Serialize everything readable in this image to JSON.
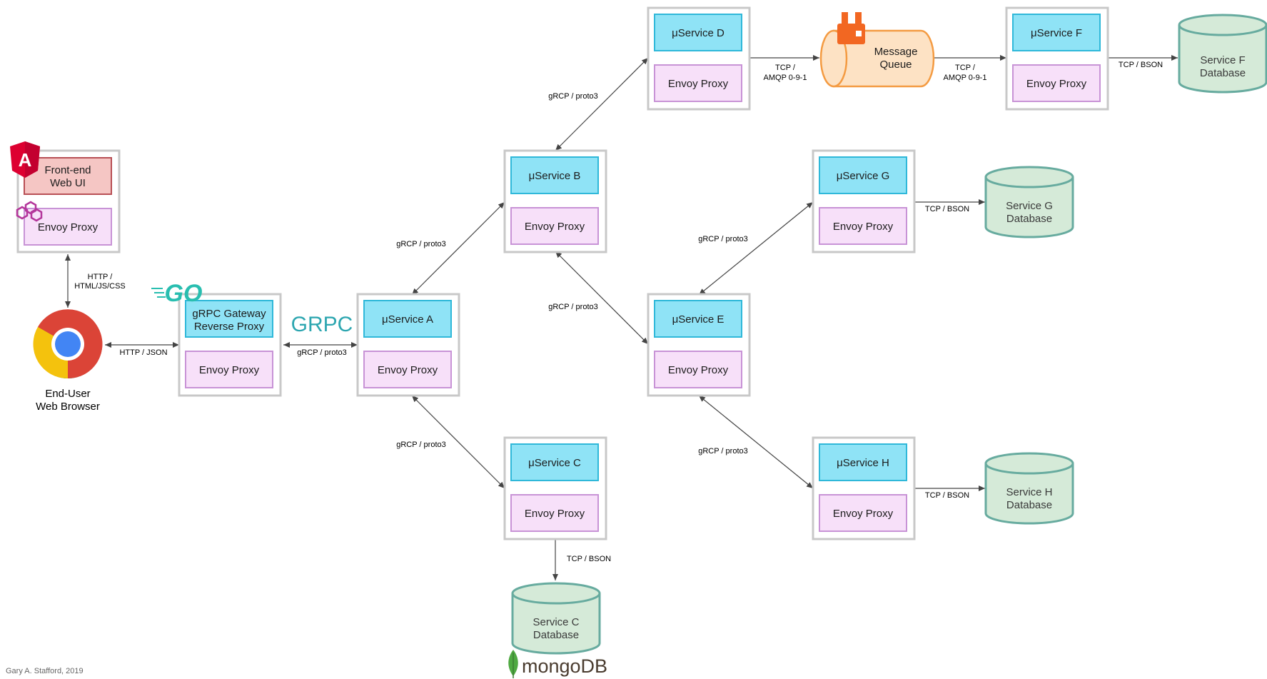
{
  "nodes": {
    "frontend": {
      "label_line1": "Front-end",
      "label_line2": "Web UI",
      "proxy": "Envoy Proxy"
    },
    "browser": {
      "label_line1": "End-User",
      "label_line2": "Web Browser"
    },
    "gateway": {
      "label_line1": "gRPC Gateway",
      "label_line2": "Reverse Proxy",
      "proxy": "Envoy Proxy"
    },
    "svc_a": {
      "label": "μService A",
      "proxy": "Envoy Proxy"
    },
    "svc_b": {
      "label": "μService B",
      "proxy": "Envoy Proxy"
    },
    "svc_c": {
      "label": "μService C",
      "proxy": "Envoy Proxy"
    },
    "svc_d": {
      "label": "μService D",
      "proxy": "Envoy Proxy"
    },
    "svc_e": {
      "label": "μService E",
      "proxy": "Envoy Proxy"
    },
    "svc_f": {
      "label": "μService F",
      "proxy": "Envoy Proxy"
    },
    "svc_g": {
      "label": "μService G",
      "proxy": "Envoy Proxy"
    },
    "svc_h": {
      "label": "μService H",
      "proxy": "Envoy Proxy"
    },
    "queue": {
      "label_line1": "Message",
      "label_line2": "Queue"
    },
    "db_c": {
      "label_line1": "Service C",
      "label_line2": "Database"
    },
    "db_f": {
      "label_line1": "Service F",
      "label_line2": "Database"
    },
    "db_g": {
      "label_line1": "Service G",
      "label_line2": "Database"
    },
    "db_h": {
      "label_line1": "Service H",
      "label_line2": "Database"
    }
  },
  "edges": {
    "fe_browser_1": "HTTP /",
    "fe_browser_2": "HTML/JS/CSS",
    "browser_gateway": "HTTP / JSON",
    "gateway_a": "gRCP / proto3",
    "a_b": "gRCP / proto3",
    "a_c": "gRCP / proto3",
    "b_d": "gRCP / proto3",
    "b_e": "gRCP / proto3",
    "e_g": "gRCP / proto3",
    "e_h": "gRCP / proto3",
    "d_queue_1": "TCP /",
    "d_queue_2": "AMQP 0-9-1",
    "queue_f_1": "TCP /",
    "queue_f_2": "AMQP 0-9-1",
    "f_db": "TCP / BSON",
    "g_db": "TCP / BSON",
    "h_db": "TCP / BSON",
    "c_db": "TCP / BSON"
  },
  "logos": {
    "grpc": "GRPC",
    "go": "GO",
    "mongodb": "mongoDB",
    "angular": "A"
  },
  "icons": [
    "angular-icon",
    "envoy-icon",
    "chrome-icon",
    "go-icon",
    "grpc-logo",
    "rabbitmq-icon",
    "mongodb-leaf-icon"
  ],
  "footer": {
    "credit": "Gary A. Stafford, 2019"
  },
  "colors": {
    "service_fill": "#8fe3f6",
    "proxy_fill": "#f7e0f9",
    "frontend_fill": "#f5c6c4",
    "database_fill": "#d5ead8",
    "database_stroke": "#67ab9f",
    "queue_fill": "#fde2c4",
    "queue_stroke": "#f49b42"
  }
}
